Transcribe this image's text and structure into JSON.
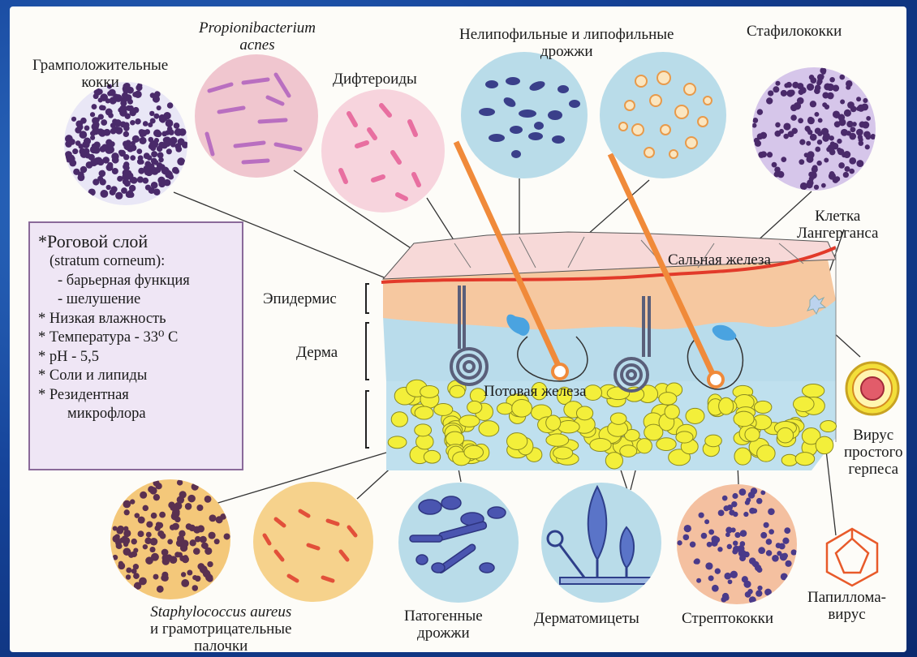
{
  "labels": {
    "gram_positive": [
      "Грамположительные",
      "кокки"
    ],
    "propioni": [
      "Propionibacterium",
      "acnes"
    ],
    "diphtheroids": "Дифтероиды",
    "yeasts": [
      "Нелипофильные и липофильные",
      "дрожжи"
    ],
    "staphylococci": "Стафилококки",
    "langerhans": [
      "Клетка",
      "Лангерганса"
    ],
    "sebaceous": "Сальная железа",
    "epidermis": "Эпидермис",
    "dermis": "Дерма",
    "sweat": "Потовая железа",
    "herpes": [
      "Вирус",
      "простого",
      "герпеса"
    ],
    "papilloma": [
      "Папиллома-",
      "вирус"
    ],
    "staph_aureus": [
      "Staphylococcus aureus",
      "и грамотрицательные",
      "палочки"
    ],
    "pathogenic_yeasts": [
      "Патогенные",
      "дрожжи"
    ],
    "dermatomycetes": "Дерматомицеты",
    "streptococci": "Стрептококки"
  },
  "info_box": {
    "title": "*Роговой слой",
    "subtitle": "(stratum corneum):",
    "items": [
      "- барьерная функция",
      "- шелушение",
      "* Низкая влажность",
      "* Температура - 33⁰ С",
      "* pH -  5,5",
      "* Соли и липиды",
      "* Резидентная",
      "микрофлора"
    ]
  },
  "colors": {
    "epidermis": "#f6c8a0",
    "dermis": "#b9dceb",
    "fat": "#f3ef3a",
    "horny_layer": "#f7d9d8",
    "hair": "#f08a3a",
    "border_red": "#e23a2a"
  }
}
